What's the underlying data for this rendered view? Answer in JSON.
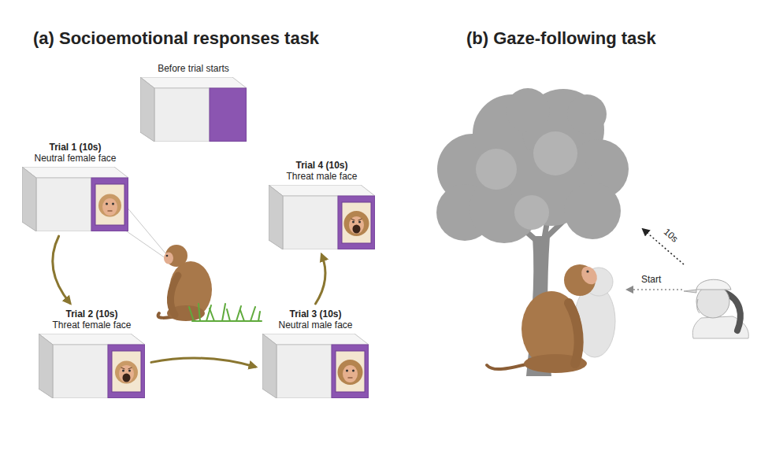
{
  "diagram": {
    "nodes": [
      {
        "text": [
          "Before trial starts"
        ]
      },
      {
        "text": [
          "Trial 1 (10s)",
          "Neutral female face"
        ]
      },
      {
        "text": [
          "Trial 2 (10s)",
          "Threat female face"
        ]
      },
      {
        "text": [
          "Trial 3 (10s)",
          "Neutral male face"
        ]
      },
      {
        "text": [
          "Trial 4 (10s)",
          "Threat male face"
        ]
      }
    ],
    "edges": [
      {
        "from": 1,
        "to": 2,
        "arrow": "to"
      },
      {
        "from": 2,
        "to": 3,
        "arrow": "to"
      },
      {
        "from": 3,
        "to": 4,
        "arrow": "to"
      }
    ],
    "labels": [
      "(a) Socioemotional responses task",
      "(b) Gaze-following task",
      "Start",
      "10s"
    ]
  }
}
